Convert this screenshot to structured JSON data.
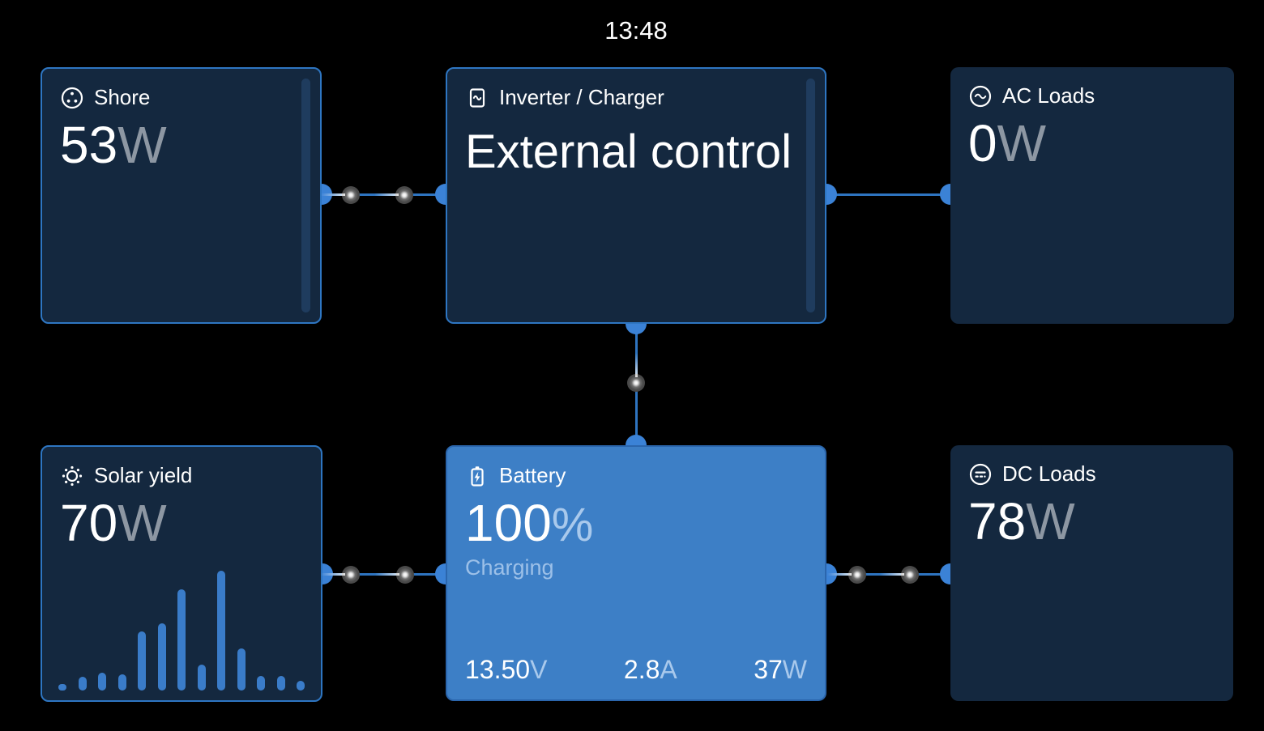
{
  "clock": {
    "time": "13:48"
  },
  "colors": {
    "background": "#000000",
    "card_background": "#14283f",
    "card_border": "#2e76c2",
    "battery_card_background": "#3d7fc6",
    "battery_card_border": "#2b66ad",
    "flow_line": "#2e74c0",
    "flow_stub": "#3b82d6",
    "bar_color": "#3a7cc9",
    "unit_gray": "#8d97a3",
    "battery_light_text": "#a9c9ec"
  },
  "cards": {
    "shore": {
      "label": "Shore",
      "value": "53",
      "unit": "W",
      "icon": "shore-socket-icon"
    },
    "inverter": {
      "label": "Inverter / Charger",
      "status": "External control",
      "icon": "inverter-icon"
    },
    "ac_loads": {
      "label": "AC Loads",
      "value": "0",
      "unit": "W",
      "icon": "ac-wave-icon"
    },
    "solar": {
      "label": "Solar yield",
      "value": "70",
      "unit": "W",
      "icon": "sun-icon"
    },
    "battery": {
      "label": "Battery",
      "soc": "100",
      "soc_unit": "%",
      "status": "Charging",
      "voltage": "13.50",
      "voltage_unit": "V",
      "current": "2.8",
      "current_unit": "A",
      "power": "37",
      "power_unit": "W",
      "icon": "battery-bolt-icon"
    },
    "dc_loads": {
      "label": "DC Loads",
      "value": "78",
      "unit": "W",
      "icon": "dc-lines-icon"
    }
  },
  "connections": [
    {
      "from": "shore",
      "to": "inverter",
      "active": true
    },
    {
      "from": "inverter",
      "to": "ac_loads",
      "active": false
    },
    {
      "from": "inverter",
      "to": "battery",
      "active": true
    },
    {
      "from": "solar",
      "to": "battery",
      "active": true
    },
    {
      "from": "battery",
      "to": "dc_loads",
      "active": true
    }
  ],
  "chart_data": {
    "type": "bar",
    "title": "Solar yield history sparkline",
    "xlabel": "",
    "ylabel": "",
    "axes_visible": false,
    "values": [
      8,
      17,
      22,
      20,
      73,
      83,
      125,
      32,
      148,
      52,
      18,
      18,
      12
    ],
    "ylim": [
      0,
      152
    ]
  }
}
